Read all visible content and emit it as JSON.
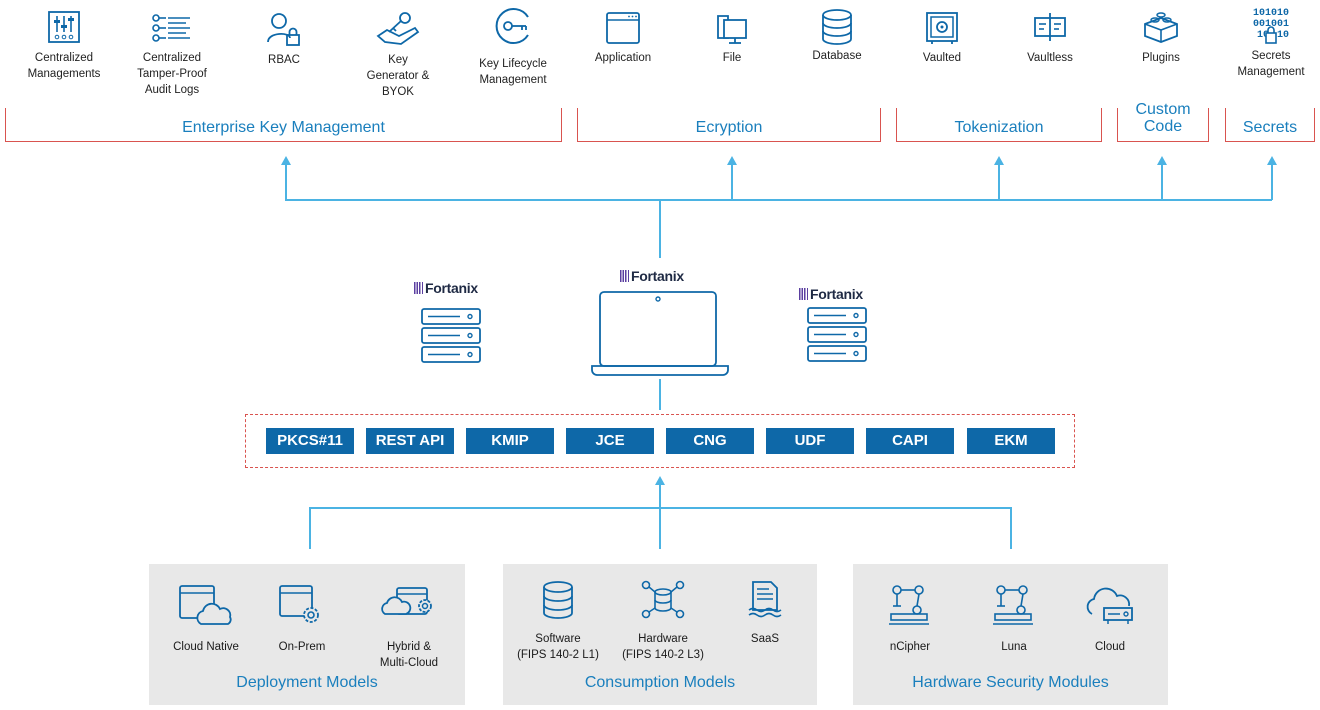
{
  "features": [
    {
      "icon": "sliders-icon",
      "label": "Centralized\nManagements"
    },
    {
      "icon": "audit-log-icon",
      "label": "Centralized\nTamper-Proof\nAudit Logs"
    },
    {
      "icon": "user-lock-icon",
      "label": "RBAC"
    },
    {
      "icon": "hand-key-icon",
      "label": "Key\nGenerator &\nBYOK"
    },
    {
      "icon": "key-lifecycle-icon",
      "label": "Key Lifecycle\nManagement"
    },
    {
      "icon": "application-window-icon",
      "label": "Application"
    },
    {
      "icon": "file-monitor-icon",
      "label": "File"
    },
    {
      "icon": "database-icon",
      "label": "Database"
    },
    {
      "icon": "vault-icon",
      "label": "Vaulted"
    },
    {
      "icon": "vaultless-icon",
      "label": "Vaultless"
    },
    {
      "icon": "plugins-icon",
      "label": "Plugins"
    },
    {
      "icon": "binary-lock-icon",
      "label": "Secrets\nManagement"
    }
  ],
  "categories": [
    {
      "title": "Enterprise Key Management"
    },
    {
      "title": "Ecryption"
    },
    {
      "title": "Tokenization"
    },
    {
      "title": "Custom\nCode"
    },
    {
      "title": "Secrets"
    }
  ],
  "brand": "Fortanix",
  "apis": [
    "PKCS#11",
    "REST API",
    "KMIP",
    "JCE",
    "CNG",
    "UDF",
    "CAPI",
    "EKM"
  ],
  "panels": [
    {
      "title": "Deployment Models",
      "items": [
        {
          "icon": "cloud-window-icon",
          "label": "Cloud Native"
        },
        {
          "icon": "window-gear-icon",
          "label": "On-Prem"
        },
        {
          "icon": "cloud-gear-icon",
          "label": "Hybrid &\nMulti-Cloud"
        }
      ]
    },
    {
      "title": "Consumption Models",
      "items": [
        {
          "icon": "database-icon",
          "label": "Software\n(FIPS 140-2 L1)"
        },
        {
          "icon": "database-network-icon",
          "label": "Hardware\n(FIPS 140-2 L3)"
        },
        {
          "icon": "saas-document-icon",
          "label": "SaaS"
        }
      ]
    },
    {
      "title": "Hardware Security Modules",
      "items": [
        {
          "icon": "robot-arm-icon",
          "label": "nCipher"
        },
        {
          "icon": "robot-arm-icon",
          "label": "Luna"
        },
        {
          "icon": "cloud-hsm-icon",
          "label": "Cloud"
        }
      ]
    }
  ]
}
